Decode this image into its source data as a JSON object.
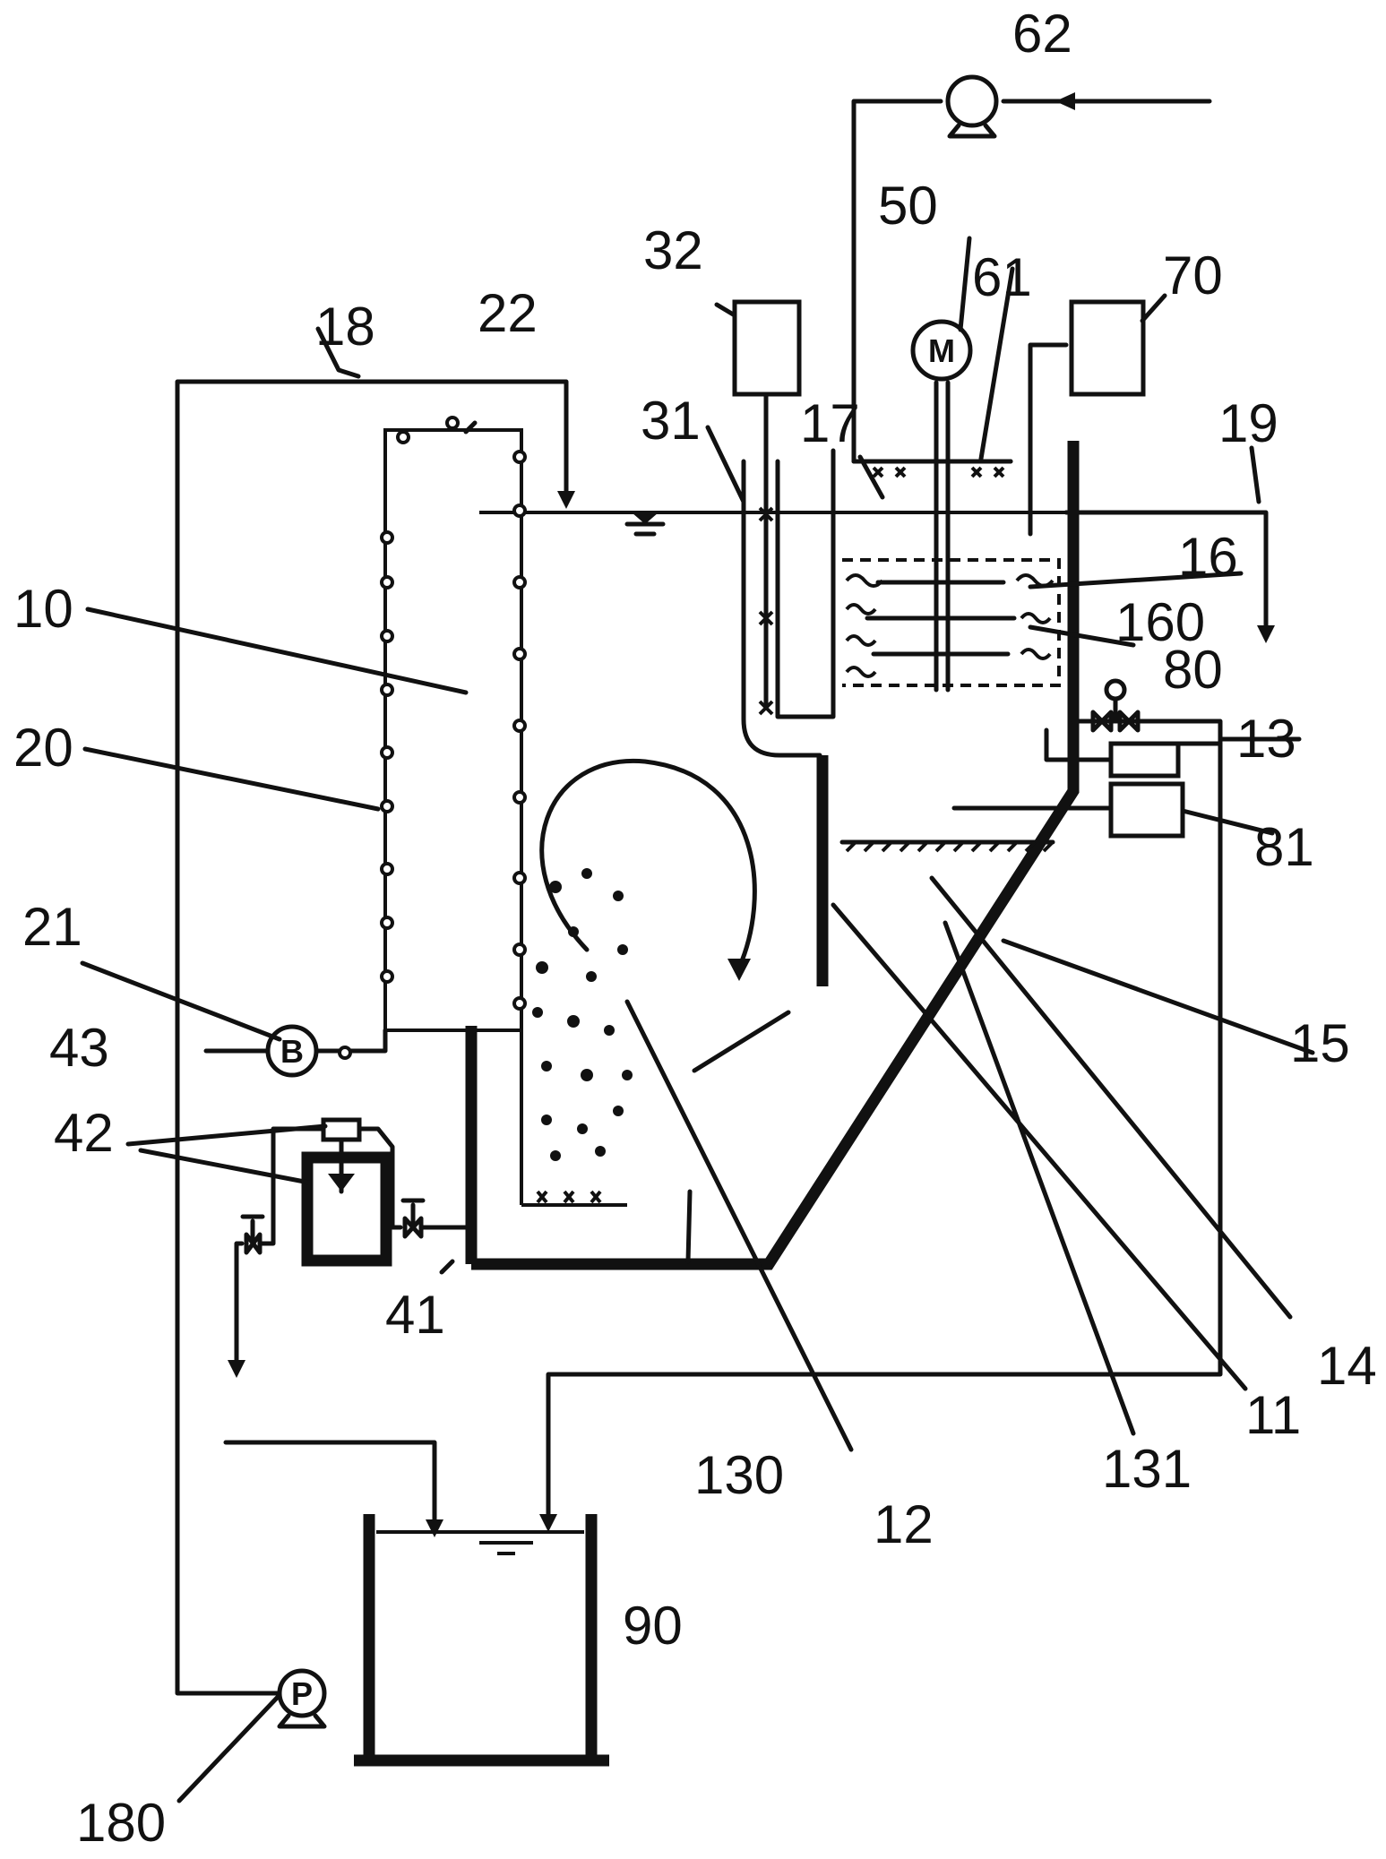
{
  "figure": {
    "labels": {
      "l10": "10",
      "l11": "11",
      "l12": "12",
      "l13": "13",
      "l14": "14",
      "l15": "15",
      "l16": "16",
      "l17": "17",
      "l18": "18",
      "l19": "19",
      "l20": "20",
      "l21": "21",
      "l22": "22",
      "l31": "31",
      "l32": "32",
      "l41": "41",
      "l42": "42",
      "l43": "43",
      "l50": "50",
      "l61": "61",
      "l62": "62",
      "l70": "70",
      "l80": "80",
      "l81": "81",
      "l90": "90",
      "l130": "130",
      "l131": "131",
      "l160": "160",
      "l180": "180"
    },
    "symbols": {
      "motor": "M",
      "blower": "B",
      "pump": "P"
    }
  }
}
